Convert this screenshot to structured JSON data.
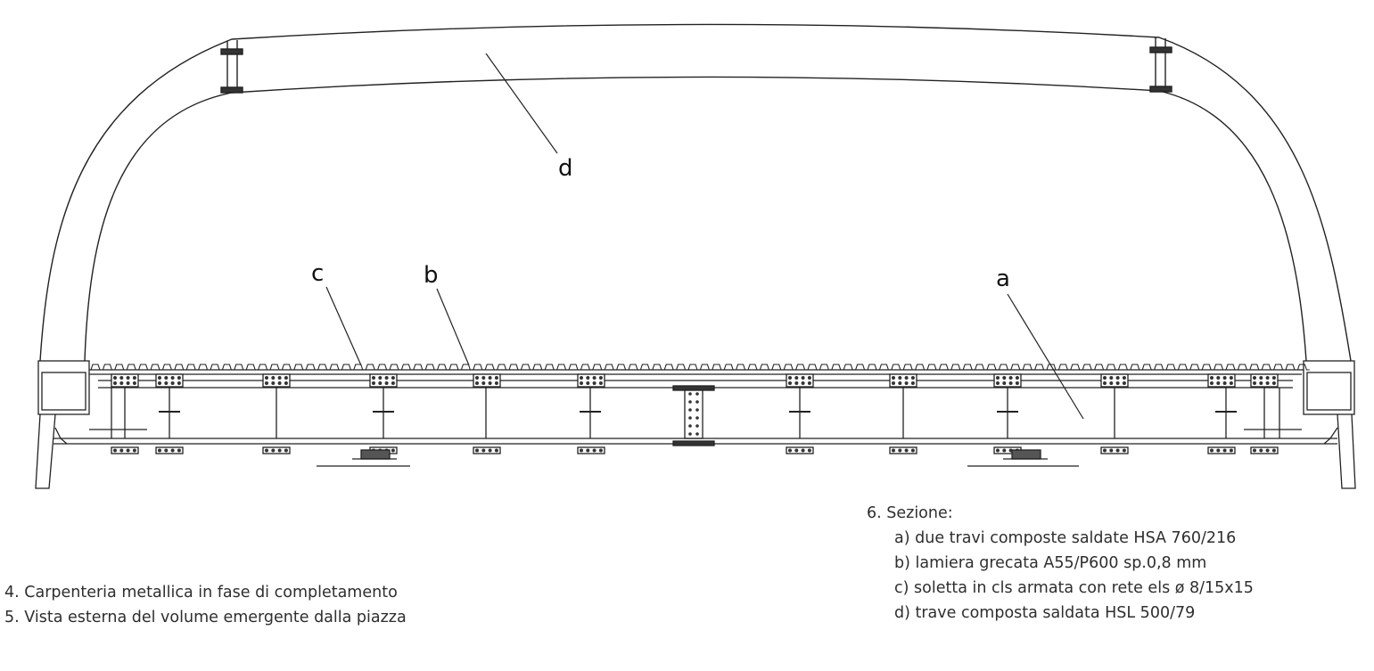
{
  "labels": {
    "a": "a",
    "b": "b",
    "c": "c",
    "d": "d"
  },
  "captions_left": [
    "4. Carpenteria metallica in fase di completamento",
    "5. Vista esterna del volume emergente dalla piazza"
  ],
  "section": {
    "title": "6. Sezione:",
    "items": [
      "a) due travi composte saldate HSA 760/216",
      "b) lamiera grecata A55/P600 sp.0,8 mm",
      "c) soletta in cls armata con rete els ø 8/15x15",
      "d) trave composta saldata HSL 500/79"
    ]
  },
  "colors": {
    "line": "#222222",
    "fill": "#ffffff",
    "bolt": "#333333"
  }
}
